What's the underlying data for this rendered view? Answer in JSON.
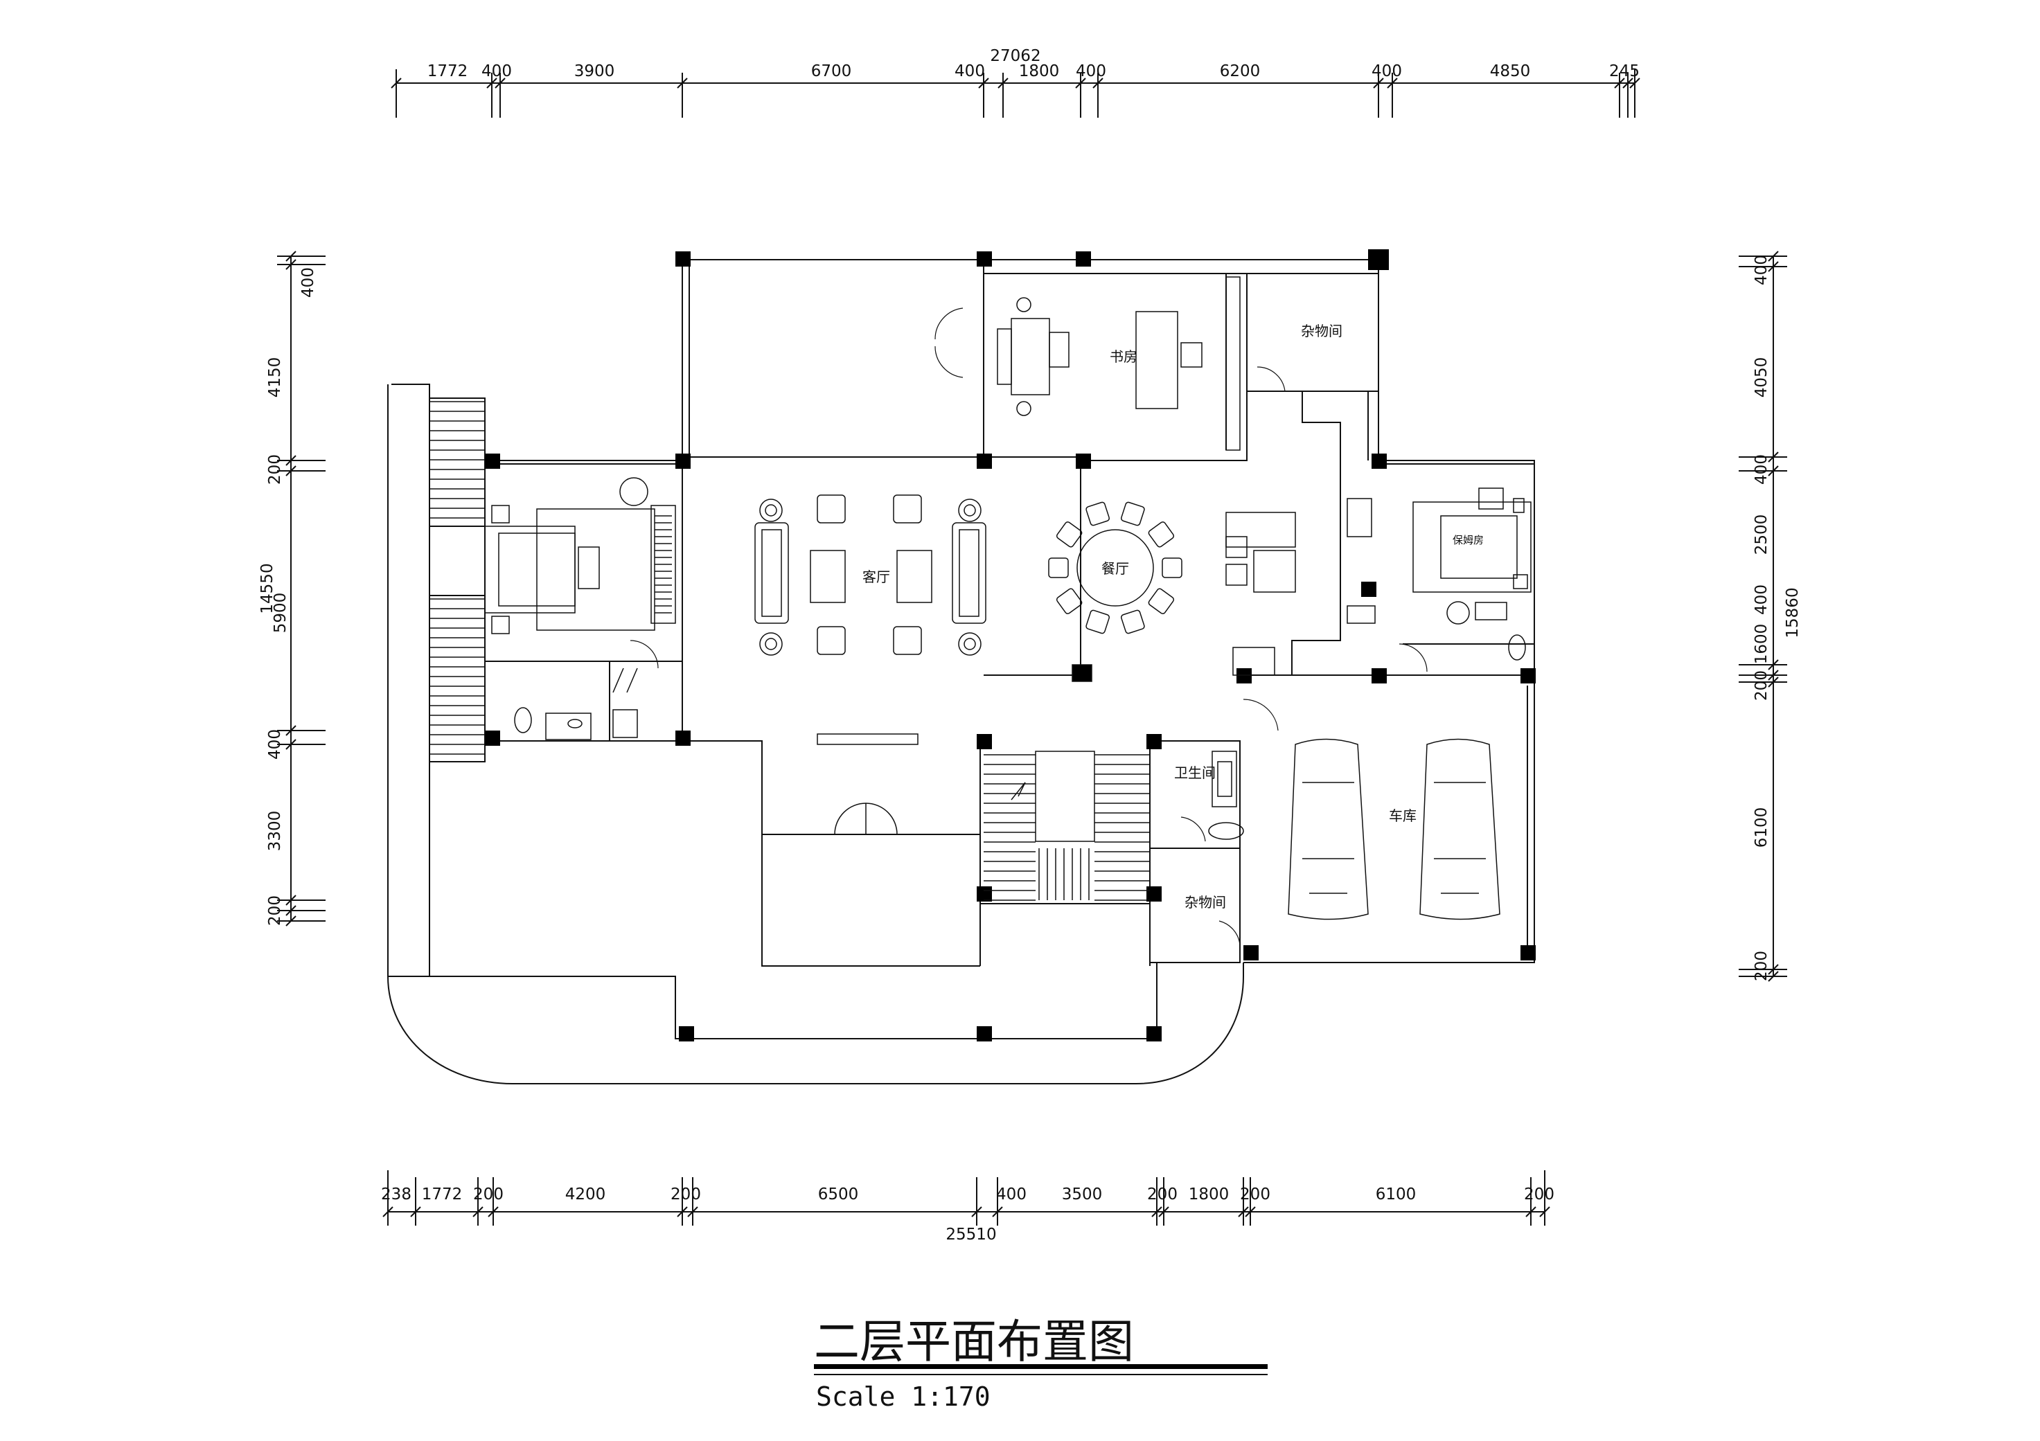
{
  "dimensions": {
    "top_overall": "27062",
    "top_segments": [
      "1772",
      "400",
      "3900",
      "6700",
      "400",
      "1800",
      "400",
      "6200",
      "400",
      "4850",
      "245"
    ],
    "bottom_overall": "25510",
    "bottom_segments": [
      "238",
      "1772",
      "200",
      "4200",
      "200",
      "6500",
      "400",
      "3500",
      "200",
      "1800",
      "200",
      "6100",
      "200"
    ],
    "left_overall": "14550",
    "left_segments": [
      "400",
      "4150",
      "200",
      "5900",
      "400",
      "3300",
      "200"
    ],
    "right_overall": "15860",
    "right_segments": [
      "400",
      "4050",
      "400",
      "2500",
      "400",
      "1600",
      "200",
      "6100",
      "200"
    ]
  },
  "rooms": {
    "study": "书房",
    "storage_top": "杂物间",
    "living": "客厅",
    "dining": "餐厅",
    "nanny": "保姆房",
    "bathroom": "卫生间",
    "storage_bottom": "杂物间",
    "garage": "车库"
  },
  "title": "二层平面布置图",
  "scale": "Scale 1:170"
}
